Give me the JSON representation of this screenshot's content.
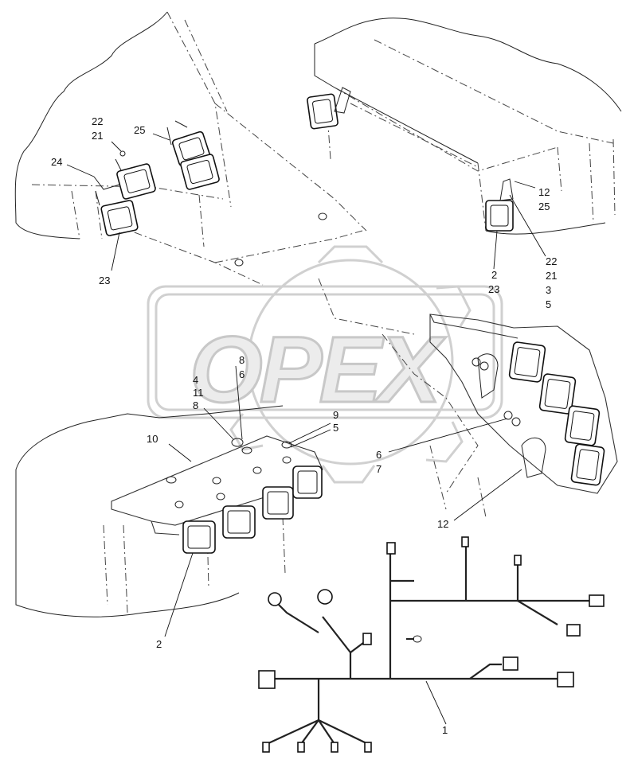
{
  "watermark": {
    "brand": "OPEX"
  },
  "callouts": {
    "top_left_group": [
      "22",
      "21",
      "25",
      "24",
      "23"
    ],
    "top_right_group": [
      "12",
      "25",
      "22",
      "21",
      "3",
      "5",
      "2",
      "23"
    ],
    "center_group": [
      "8",
      "6",
      "4",
      "11",
      "8",
      "9",
      "5",
      "10",
      "6",
      "7",
      "12",
      "2"
    ],
    "harness": [
      "1"
    ]
  },
  "colors": {
    "line": "#222222",
    "watermark": "#c8c8c8"
  }
}
